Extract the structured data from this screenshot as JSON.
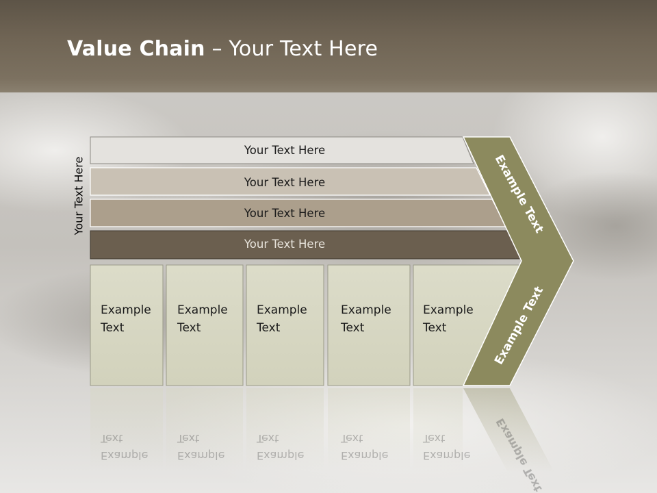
{
  "slide": {
    "title_bold": "Value Chain",
    "title_rest": " – Your Text Here",
    "side_label": "Your Text Here"
  },
  "bands": [
    {
      "label": "Your Text Here",
      "color": "#e4e2de"
    },
    {
      "label": "Your Text Here",
      "color": "#c9c1b4"
    },
    {
      "label": "Your Text Here",
      "color": "#ac9f8c"
    },
    {
      "label": "Your Text Here",
      "color": "#6b5f4f"
    }
  ],
  "cells": [
    {
      "line1": "Example",
      "line2": "Text"
    },
    {
      "line1": "Example",
      "line2": "Text"
    },
    {
      "line1": "Example",
      "line2": "Text"
    },
    {
      "line1": "Example",
      "line2": "Text"
    },
    {
      "line1": "Example",
      "line2": "Text"
    }
  ],
  "chevron": {
    "upper_label": "Example Text",
    "lower_label": "Example Text",
    "color": "#8c8a5e"
  },
  "colors": {
    "cell_fill": "#d7d7c3",
    "header": "#6f6454"
  }
}
